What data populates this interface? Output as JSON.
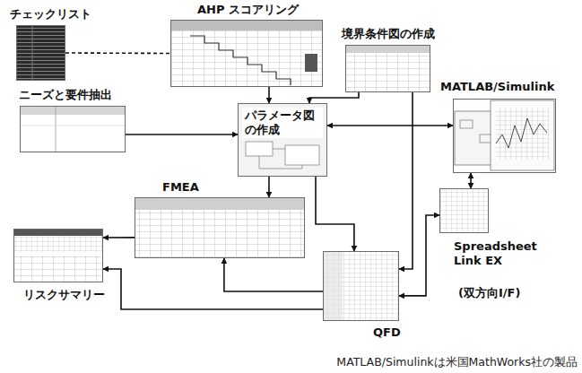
{
  "diagram": {
    "caption": "MATLAB/Simulinkは米国MathWorks社の製品",
    "nodes": [
      {
        "text": [
          "チェックリスト"
        ]
      },
      {
        "text": [
          "AHP スコアリング"
        ]
      },
      {
        "text": [
          "境界条件図の作成"
        ]
      },
      {
        "text": [
          "ニーズと要件抽出"
        ]
      },
      {
        "text": [
          "パラメータ図 の作成"
        ]
      },
      {
        "text": [
          "MATLAB/Simulink"
        ]
      },
      {
        "text": [
          "FMEA"
        ]
      },
      {
        "text": [
          "Spreadsheet Link EX",
          "(双方向I/F)"
        ]
      },
      {
        "text": [
          "QFD"
        ]
      },
      {
        "text": [
          "リスクサマリー"
        ]
      }
    ],
    "edges": [
      {
        "from": 0,
        "to": 1,
        "arrow": "none"
      },
      {
        "from": 1,
        "to": 4,
        "arrow": "to"
      },
      {
        "from": 3,
        "to": 4,
        "arrow": "to"
      },
      {
        "from": 2,
        "to": 4,
        "arrow": "to"
      },
      {
        "from": 4,
        "to": 5,
        "arrow": "both"
      },
      {
        "from": 4,
        "to": 6,
        "arrow": "to"
      },
      {
        "from": 2,
        "to": 8,
        "arrow": "to"
      },
      {
        "from": 4,
        "to": 8,
        "arrow": "to"
      },
      {
        "from": 7,
        "to": 8,
        "arrow": "both"
      },
      {
        "from": 5,
        "to": 7,
        "arrow": "both"
      },
      {
        "from": 8,
        "to": 6,
        "arrow": "to"
      },
      {
        "from": 6,
        "to": 9,
        "arrow": "to"
      },
      {
        "from": 8,
        "to": 9,
        "arrow": "to"
      }
    ]
  }
}
